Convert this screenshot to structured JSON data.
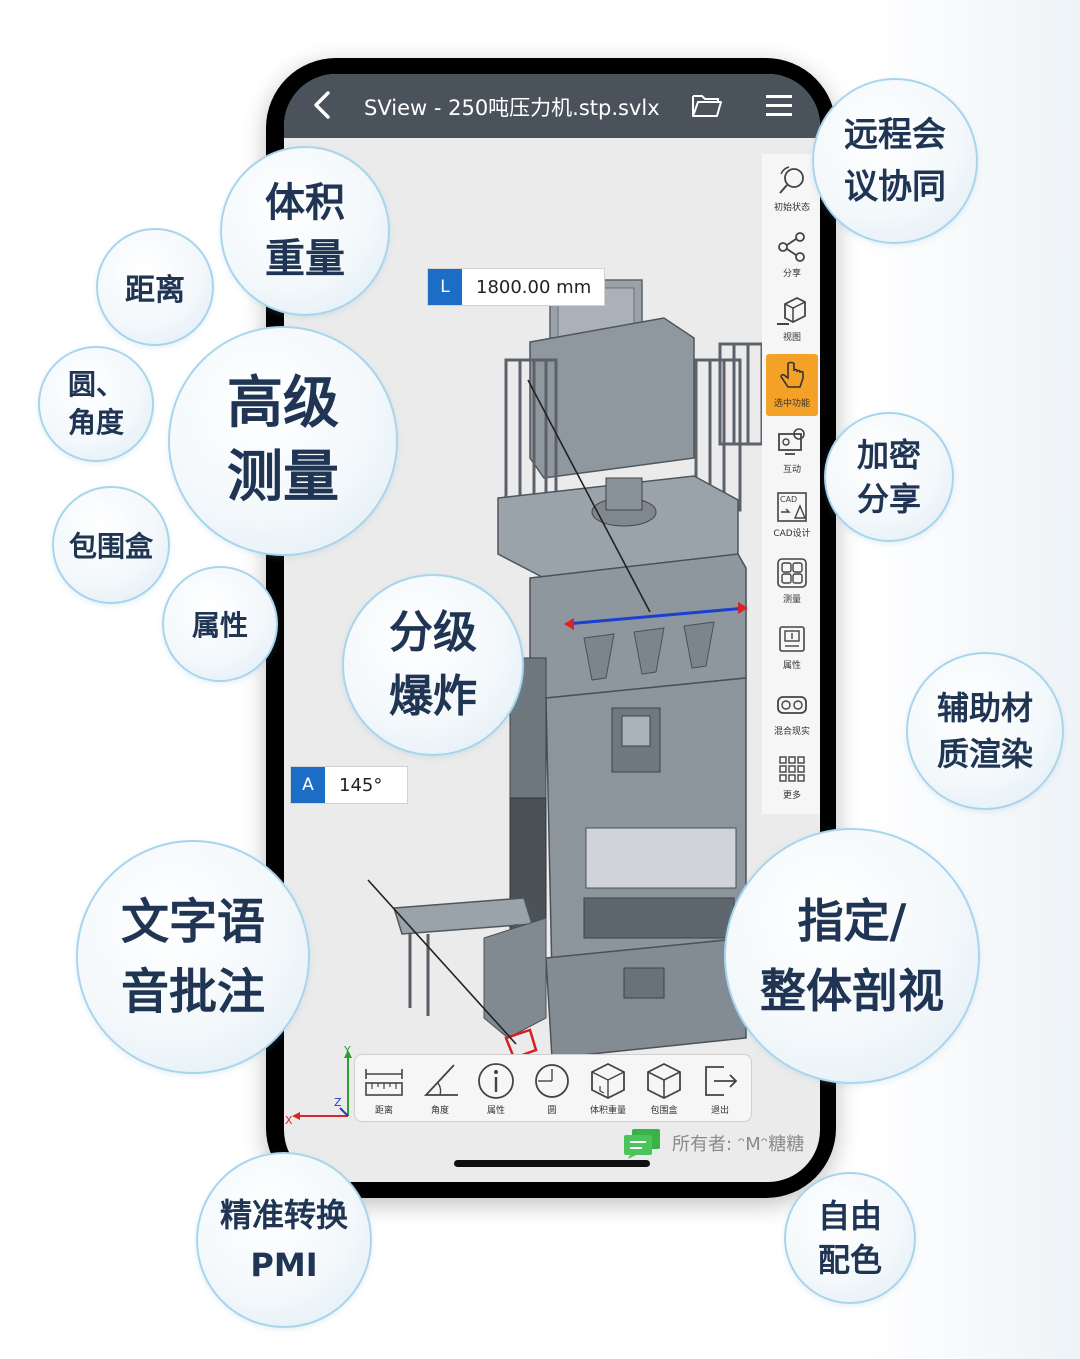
{
  "app": {
    "title": "SView - 250吨压力机.stp.svlx",
    "back_icon": "chevron-left-icon",
    "folder_icon": "folder-open-icon",
    "menu_icon": "hamburger-menu-icon",
    "topbar_color": "#4a525c",
    "accent_color": "#1b6dc6",
    "active_tool_color": "#f4a128"
  },
  "sidebar": {
    "items": [
      {
        "label": "初始状态",
        "icon": "reset-view-icon"
      },
      {
        "label": "分享",
        "icon": "share-icon"
      },
      {
        "label": "视图",
        "icon": "view-cube-icon"
      },
      {
        "label": "选中功能",
        "icon": "hand-pointer-icon",
        "active": true
      },
      {
        "label": "互动",
        "icon": "interact-icon"
      },
      {
        "label": "CAD设计",
        "icon": "cad-design-icon"
      },
      {
        "label": "测量",
        "icon": "measure-grid-icon"
      },
      {
        "label": "属性",
        "icon": "properties-icon"
      },
      {
        "label": "混合现实",
        "icon": "vr-goggles-icon"
      },
      {
        "label": "更多",
        "icon": "more-grid-icon"
      }
    ]
  },
  "dimensions": [
    {
      "tag": "L",
      "value": "1800.00 mm"
    },
    {
      "tag": "A",
      "value": "145°"
    }
  ],
  "axes": {
    "x": "X",
    "y": "Y",
    "z": "Z"
  },
  "measure_toolbar": {
    "items": [
      {
        "label": "距离",
        "icon": "ruler-icon"
      },
      {
        "label": "角度",
        "icon": "angle-icon"
      },
      {
        "label": "属性",
        "icon": "info-icon"
      },
      {
        "label": "圆",
        "icon": "circle-icon"
      },
      {
        "label": "体积重量",
        "icon": "volume-cube-icon"
      },
      {
        "label": "包围盒",
        "icon": "bounding-box-icon"
      },
      {
        "label": "退出",
        "icon": "exit-icon"
      }
    ]
  },
  "owner": {
    "text": "所有者: ᵔMᵔ糖糖",
    "icon": "chat-bubble-icon"
  },
  "bubbles": {
    "remote": [
      "远程会",
      "议协同"
    ],
    "volume": [
      "体积",
      "重量"
    ],
    "distance": [
      "距离"
    ],
    "circle": [
      "圆、",
      "角度"
    ],
    "advanced": [
      "高级",
      "测量"
    ],
    "bbox": [
      "包围盒"
    ],
    "attr": [
      "属性"
    ],
    "explode": [
      "分级",
      "爆炸"
    ],
    "encrypt": [
      "加密",
      "分享"
    ],
    "material": [
      "辅助材",
      "质渲染"
    ],
    "annotate": [
      "文字语",
      "音批注"
    ],
    "section": [
      "指定/",
      "整体剖视"
    ],
    "pmi": [
      "精准转换",
      "PMI"
    ],
    "color": [
      "自由",
      "配色"
    ]
  }
}
